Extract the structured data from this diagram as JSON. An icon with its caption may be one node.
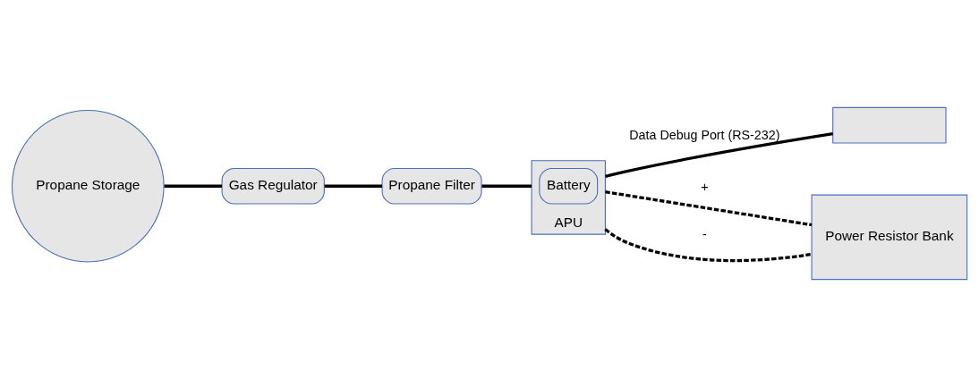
{
  "diagram": {
    "nodes": [
      {
        "text": [
          "Propane Storage"
        ]
      },
      {
        "text": [
          "Gas Regulator"
        ]
      },
      {
        "text": [
          "Propane Filter"
        ]
      },
      {
        "text": [
          "APU"
        ]
      },
      {
        "text": [
          "Battery"
        ],
        "in": 3
      },
      {
        "text": [],
        "shape": "box"
      },
      {
        "text": [
          "Power Resistor Bank"
        ]
      }
    ],
    "edges": [
      {
        "from": 0,
        "to": 1,
        "arrow": "none"
      },
      {
        "from": 1,
        "to": 2,
        "arrow": "none"
      },
      {
        "from": 2,
        "to": 3,
        "arrow": "none"
      },
      {
        "from": 3,
        "to": 5,
        "arrow": "none",
        "label": "Data Debug Port (RS-232)"
      },
      {
        "from": 3,
        "to": 6,
        "arrow": "none",
        "label": "+",
        "style": "dashed"
      },
      {
        "from": 3,
        "to": 6,
        "arrow": "none",
        "label": "-",
        "style": "dashed"
      }
    ]
  }
}
